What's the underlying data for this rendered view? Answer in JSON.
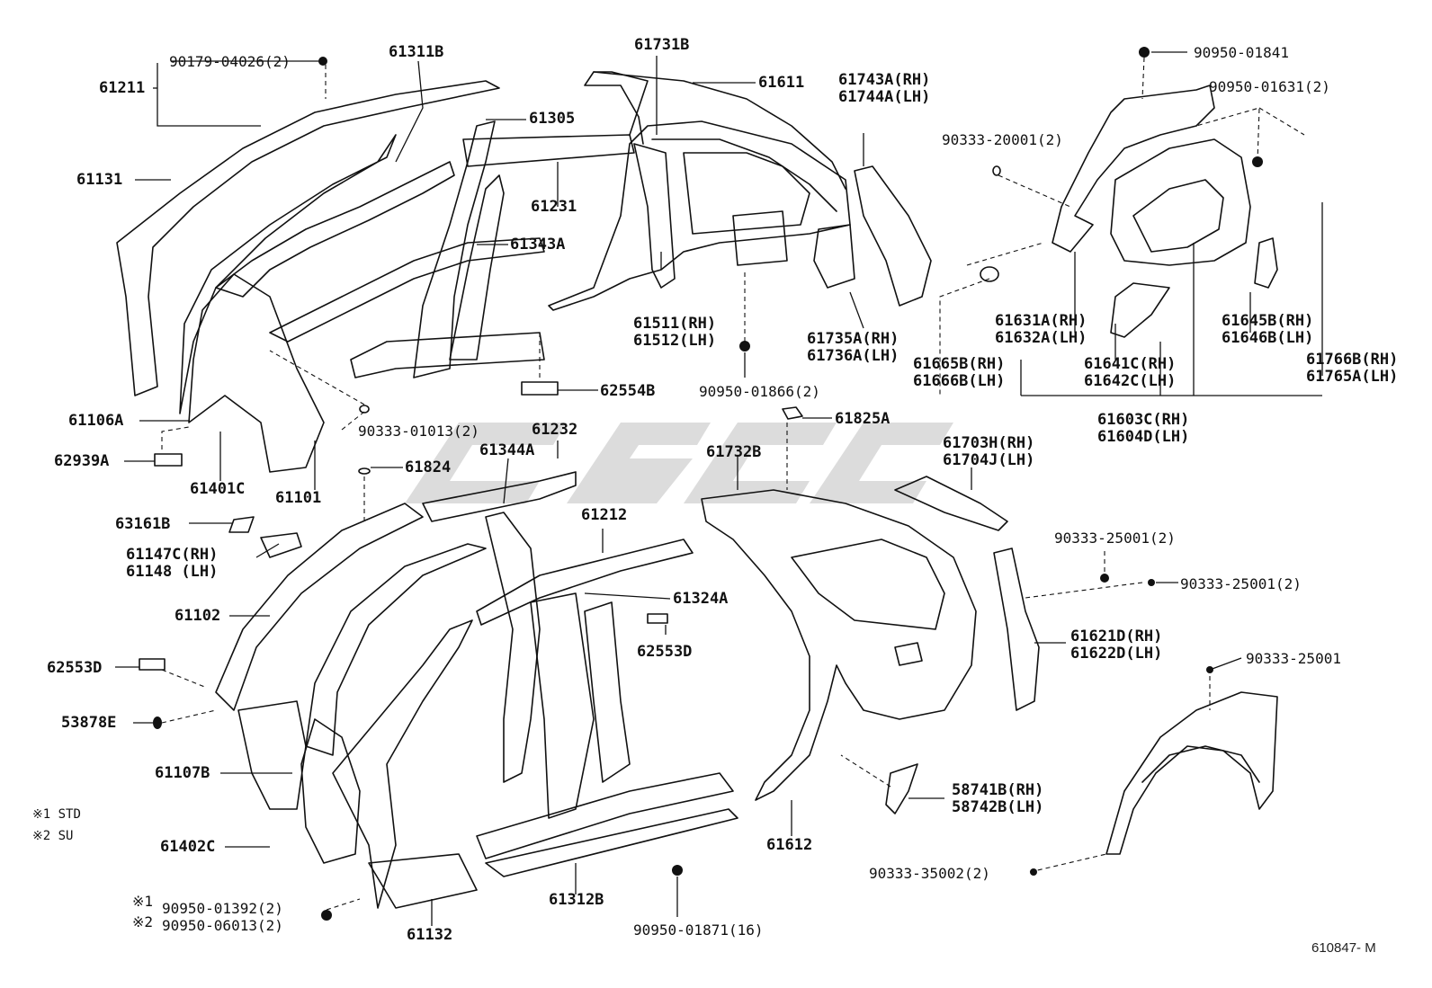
{
  "diagram": {
    "reference_code": "610847- M",
    "legend": [
      {
        "mark": "※1",
        "text": "STD"
      },
      {
        "mark": "※2",
        "text": "SU"
      }
    ],
    "labels": {
      "p61211": "61211",
      "p90179": "90179-04026(2)",
      "p61311B": "61311B",
      "p61131": "61131",
      "p61731B": "61731B",
      "p61611": "61611",
      "p61305": "61305",
      "p61231": "61231",
      "p61343A": "61343A",
      "p61511": "61511(RH)",
      "p61512": "61512(LH)",
      "p61743A": "61743A(RH)",
      "p61744A": "61744A(LH)",
      "p61735A": "61735A(RH)",
      "p61736A": "61736A(LH)",
      "p90950_01841": "90950-01841",
      "p90950_01631": "90950-01631(2)",
      "p90333_20001": "90333-20001(2)",
      "p61631A": "61631A(RH)",
      "p61632A": "61632A(LH)",
      "p61645B": "61645B(RH)",
      "p61646B": "61646B(LH)",
      "p61665B": "61665B(RH)",
      "p61666B": "61666B(LH)",
      "p61641C": "61641C(RH)",
      "p61642C": "61642C(LH)",
      "p61766B": "61766B(RH)",
      "p61765A": "61765A(LH)",
      "p61603C": "61603C(RH)",
      "p61604D": "61604D(LH)",
      "p61106A": "61106A",
      "p90333_01013": "90333-01013(2)",
      "p62554B": "62554B",
      "p90950_01866": "90950-01866(2)",
      "p62939A": "62939A",
      "p61401C": "61401C",
      "p61101": "61101",
      "p61232": "61232",
      "p61344A": "61344A",
      "p61824": "61824",
      "p61732B": "61732B",
      "p61825A": "61825A",
      "p61703H": "61703H(RH)",
      "p61704J": "61704J(LH)",
      "p63161B": "63161B",
      "p61147C": "61147C(RH)",
      "p61148": "61148  (LH)",
      "p61212": "61212",
      "p90333_25001a": "90333-25001(2)",
      "p90333_25001b": "90333-25001(2)",
      "p61102": "61102",
      "p61324A": "61324A",
      "p62553D_r": "62553D",
      "p62553D_l": "62553D",
      "p61621D": "61621D(RH)",
      "p61622D": "61622D(LH)",
      "p90333_25001c": "90333-25001",
      "p53878E": "53878E",
      "p61107B": "61107B",
      "p58741B": "58741B(RH)",
      "p58742B": "58742B(LH)",
      "p61402C": "61402C",
      "p61612": "61612",
      "p90333_35002": "90333-35002(2)",
      "p90950_01392": "90950-01392(2)",
      "p90950_06013": "90950-06013(2)",
      "p61312B": "61312B",
      "p90950_01871": "90950-01871(16)",
      "p61132": "61132"
    },
    "note_marks": {
      "m1": "※1",
      "m2": "※2"
    }
  }
}
